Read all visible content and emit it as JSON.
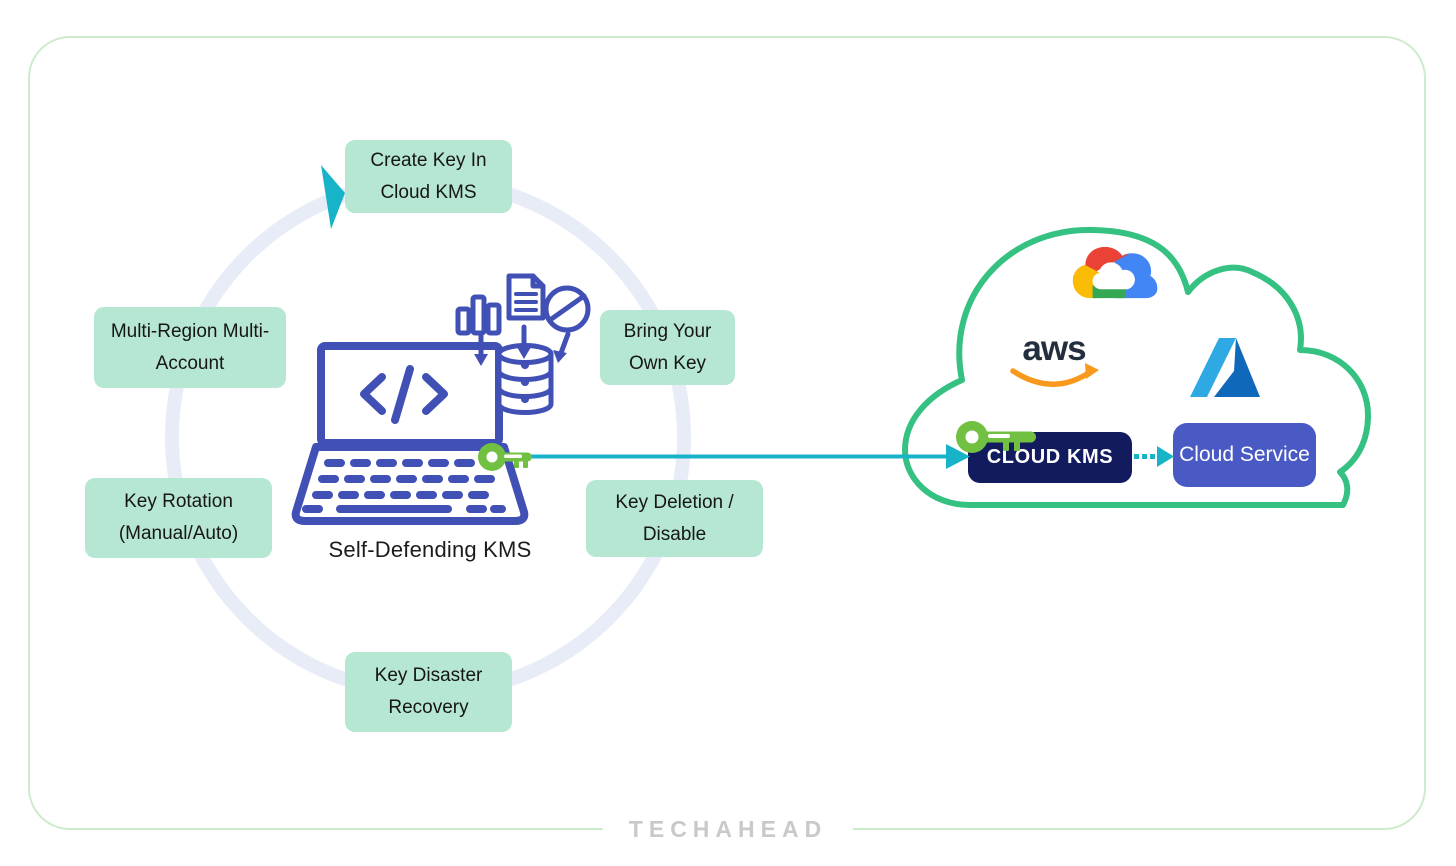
{
  "cycle": {
    "center_label": "Self-Defending KMS",
    "steps": [
      {
        "id": "create-key",
        "label": "Create Key In Cloud KMS"
      },
      {
        "id": "bring-your-own-key",
        "label": "Bring Your Own Key"
      },
      {
        "id": "key-deletion",
        "label": "Key Deletion / Disable"
      },
      {
        "id": "key-disaster",
        "label": "Key Disaster Recovery"
      },
      {
        "id": "key-rotation",
        "label": "Key Rotation (Manual/Auto)"
      },
      {
        "id": "multi-region",
        "label": "Multi-Region Multi-Account"
      }
    ]
  },
  "cloud": {
    "aws_wordmark": "aws",
    "kms_badge_label": "CLOUD KMS",
    "service_box_label": "Cloud Service",
    "provider_icons": [
      "google-cloud-icon",
      "aws-logo",
      "azure-icon"
    ]
  },
  "footer": {
    "brand": "TECHAHEAD"
  },
  "colors": {
    "step_box_bg": "#b6e7d2",
    "cycle_ring": "#e8ecf7",
    "diagram_blue": "#4150b5",
    "arrow_teal": "#17b3c9",
    "cloud_outline_green": "#35c181",
    "frame_green": "#cdeccb",
    "kms_badge_bg": "#111b5e",
    "service_box_bg": "#4a5ac4",
    "key_green": "#72c042",
    "aws_navy": "#232f3e",
    "aws_orange": "#f8991d",
    "brand_gray": "#c9c9c9"
  }
}
